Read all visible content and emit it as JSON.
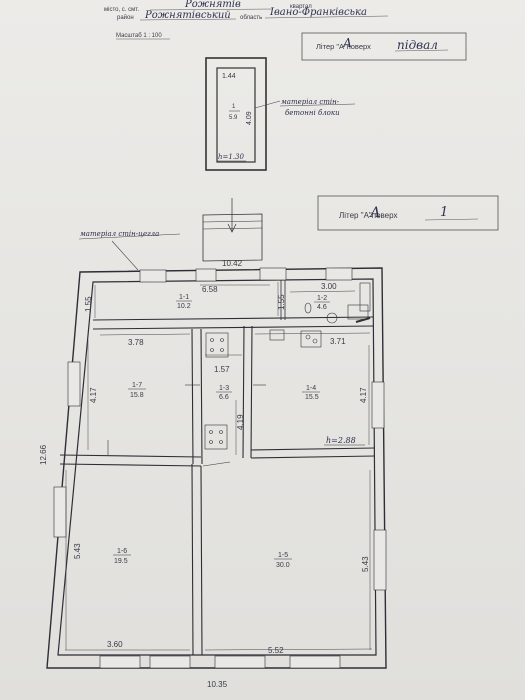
{
  "header": {
    "place_label": "місто, с. смт.",
    "place_value": "Рожнятів",
    "apartment_label": "квартал",
    "district_label": "район",
    "district_value": "Рожнятівський",
    "region_label": "область",
    "region_value": "Івано-Франківська",
    "scale": "Масштаб 1 : 100"
  },
  "basement": {
    "box_label": "Літер \"А\"поверх",
    "letter": "А",
    "floor": "підвал",
    "width": "1.44",
    "length": "4.09",
    "room_num": "1",
    "room_area": "5.9",
    "height": "h=1.30",
    "material": "матеріал стін-",
    "material2": "бетонні блоки"
  },
  "ground": {
    "box_label": "Літер \"А\"поверх",
    "letter": "А",
    "floor": "1",
    "material": "матеріал стін-цегла",
    "height": "h=2.88",
    "dims": {
      "top_total": "10.42",
      "corr_len": "6.58",
      "bath_len": "3.00",
      "corr_w": "1.55",
      "bath_w": "1.55",
      "r7_w": "3.78",
      "r4_w": "3.71",
      "r3_w": "1.57",
      "r7_h": "4.17",
      "r4_h": "4.17",
      "r3_h": "4.19",
      "total_h": "12.66",
      "r6_h": "5.43",
      "r5_h": "5.43",
      "r6_w": "3.60",
      "r5_w": "5.52",
      "total_w": "10.35"
    },
    "rooms": {
      "r1_1": {
        "num": "1-1",
        "area": "10.2"
      },
      "r1_2": {
        "num": "1-2",
        "area": "4.6"
      },
      "r1_3": {
        "num": "1-3",
        "area": "6.6"
      },
      "r1_4": {
        "num": "1-4",
        "area": "15.5"
      },
      "r1_5": {
        "num": "1-5",
        "area": "30.0"
      },
      "r1_6": {
        "num": "1-6",
        "area": "19.5"
      },
      "r1_7": {
        "num": "1-7",
        "area": "15.8"
      }
    }
  }
}
